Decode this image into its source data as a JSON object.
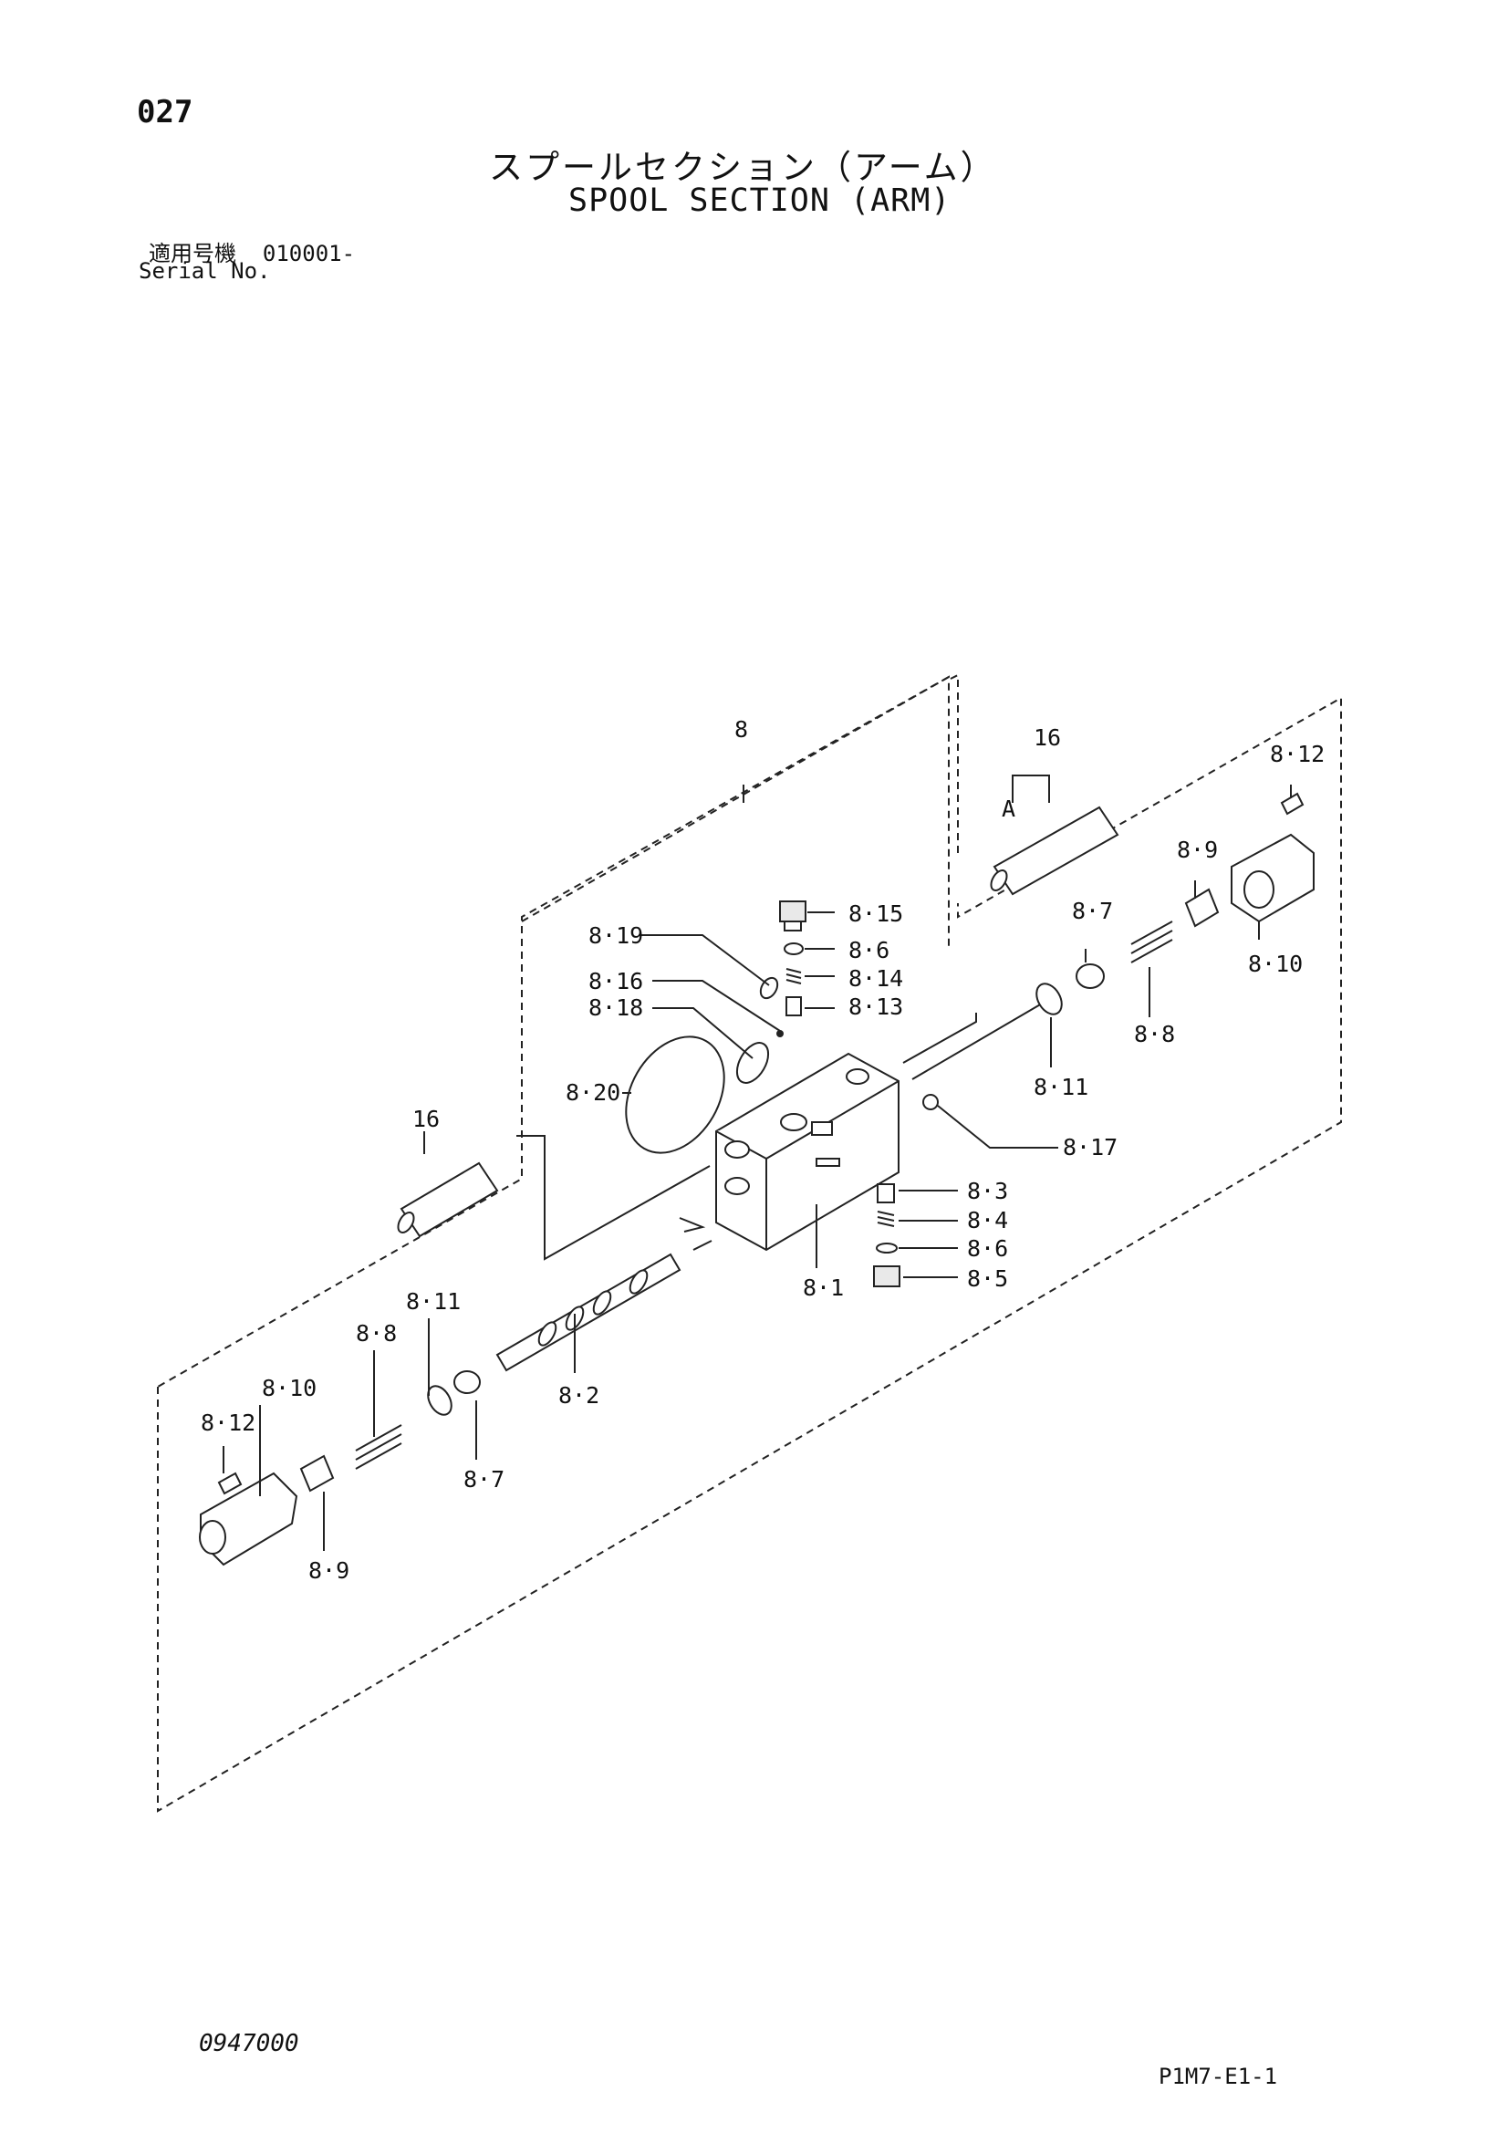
{
  "header": {
    "page_number": "027",
    "title_jp": "スプールセクション（アーム）",
    "title_en": "SPOOL SECTION (ARM)",
    "serial_label_jp": "適用号機",
    "serial_value": "010001-",
    "serial_label_en": "Serial No."
  },
  "callouts": {
    "c8": "8",
    "c16_top": "16",
    "cA": "A",
    "c8_12_top": "8·12",
    "c8_9_top": "8·9",
    "c8_10_top": "8·10",
    "c8_7_top": "8·7",
    "c8_8_top": "8·8",
    "c8_11_top": "8·11",
    "c8_15": "8·15",
    "c8_6_top": "8·6",
    "c8_14": "8·14",
    "c8_13": "8·13",
    "c8_19": "8·19",
    "c8_16": "8·16",
    "c8_18": "8·18",
    "c8_20": "8·20",
    "c8_17": "8·17",
    "c16_left": "16",
    "c8_3": "8·3",
    "c8_4": "8·4",
    "c8_6_bot": "8·6",
    "c8_5": "8·5",
    "c8_1": "8·1",
    "c8_11_bot": "8·11",
    "c8_8_bot": "8·8",
    "c8_10_bot": "8·10",
    "c8_12_bot": "8·12",
    "c8_2": "8·2",
    "c8_7_bot": "8·7",
    "c8_9_bot": "8·9"
  },
  "footer": {
    "code": "0947000",
    "reference": "P1M7-E1-1"
  }
}
